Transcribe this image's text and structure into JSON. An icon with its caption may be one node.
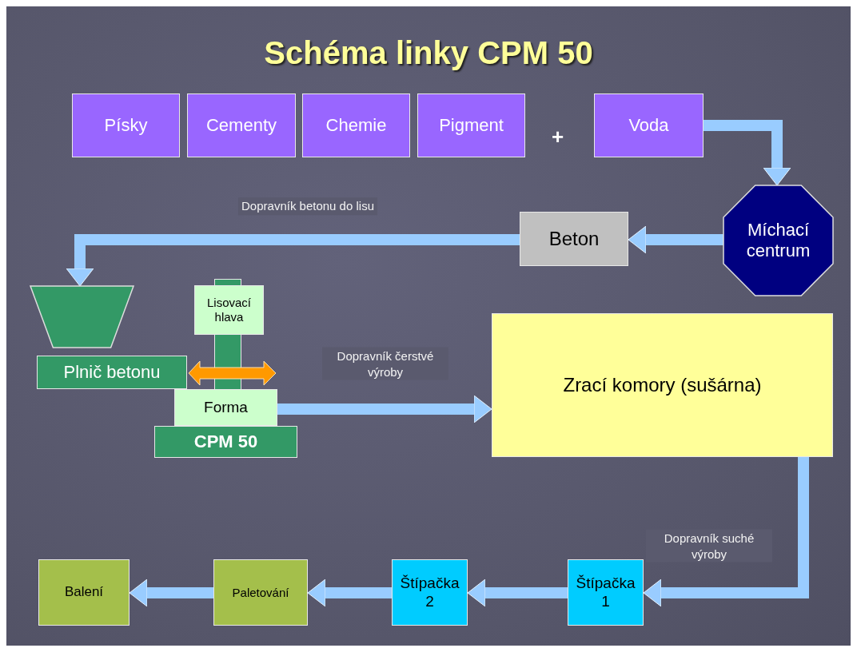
{
  "diagram": {
    "title": "Schéma linky CPM 50",
    "nodes": [
      {
        "text": [
          "Písky"
        ]
      },
      {
        "text": [
          "Cementy"
        ]
      },
      {
        "text": [
          "Chemie"
        ]
      },
      {
        "text": [
          "Pigment"
        ]
      },
      {
        "text": [
          "Voda"
        ]
      },
      {
        "text": [
          "Míchací centrum"
        ]
      },
      {
        "text": [
          "Beton"
        ]
      },
      {
        "text": [],
        "shape": "trapezoid"
      },
      {
        "text": [
          "Plnič betonu"
        ]
      },
      {
        "text": [
          "Lisovací hlava"
        ]
      },
      {
        "text": [
          "Forma"
        ]
      },
      {
        "text": [
          "CPM 50"
        ]
      },
      {
        "text": [
          "Zrací komory (sušárna)"
        ]
      },
      {
        "text": [
          "Štípačka 1"
        ]
      },
      {
        "text": [
          "Štípačka 2"
        ]
      },
      {
        "text": [
          "Paletování"
        ]
      },
      {
        "text": [
          "Balení"
        ]
      },
      {
        "text": [],
        "shape": "bar"
      },
      {
        "text": [],
        "shape": "bar"
      }
    ],
    "edges": [
      {
        "from": 4,
        "to": 5,
        "arrow": "to"
      },
      {
        "from": 5,
        "to": 6,
        "arrow": "to"
      },
      {
        "from": 6,
        "to": 7,
        "arrow": "to",
        "label": "Dopravník betonu do lisu"
      },
      {
        "from": 10,
        "to": 12,
        "arrow": "to",
        "label": "Dopravník čerstvé výroby"
      },
      {
        "from": 12,
        "to": 13,
        "arrow": "to",
        "label": "Dopravník suché výroby"
      },
      {
        "from": 13,
        "to": 14,
        "arrow": "to"
      },
      {
        "from": 14,
        "to": 15,
        "arrow": "to"
      },
      {
        "from": 15,
        "to": 16,
        "arrow": "to"
      }
    ],
    "labels": [
      "+"
    ]
  }
}
